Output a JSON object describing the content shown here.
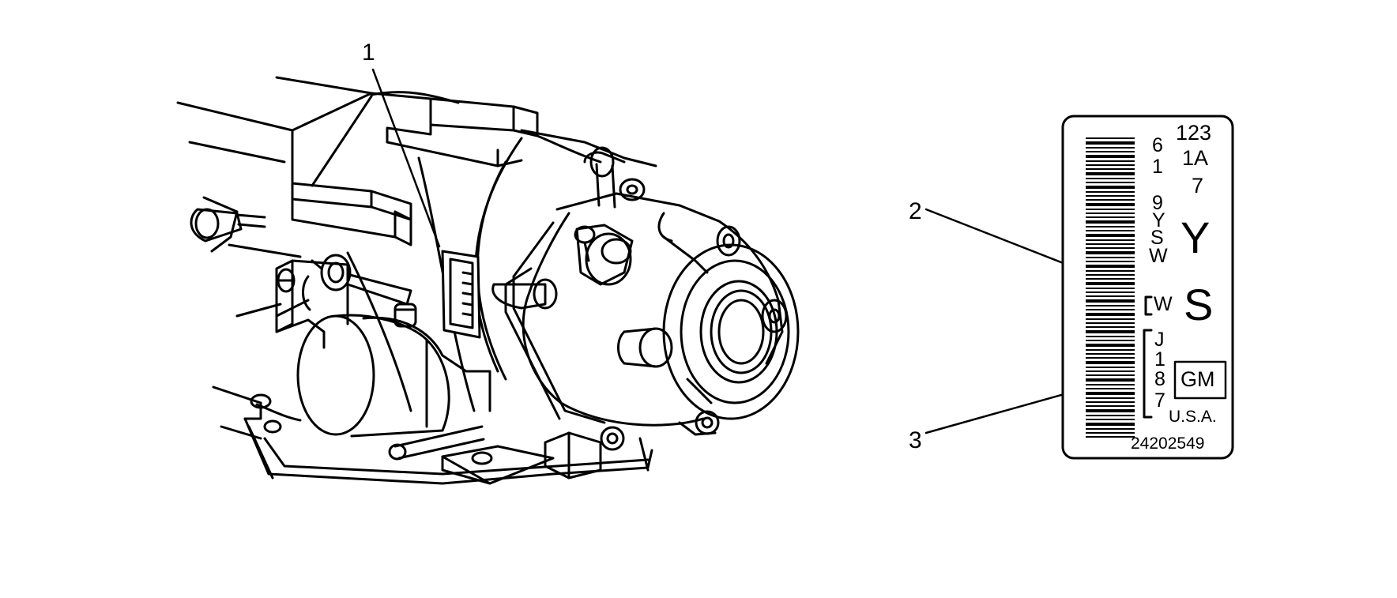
{
  "callouts": {
    "c1": "1",
    "c2": "2",
    "c3": "3"
  },
  "tag": {
    "col_left": [
      "6",
      "1",
      "9",
      "Y",
      "S",
      "W"
    ],
    "col_right": [
      "123",
      "1A",
      "7"
    ],
    "big_y": "Y",
    "bracket_w": "W",
    "big_s": "S",
    "julian": [
      "J",
      "1",
      "8",
      "7"
    ],
    "logo": "GM",
    "country": "U.S.A.",
    "part_number": "24202549"
  }
}
